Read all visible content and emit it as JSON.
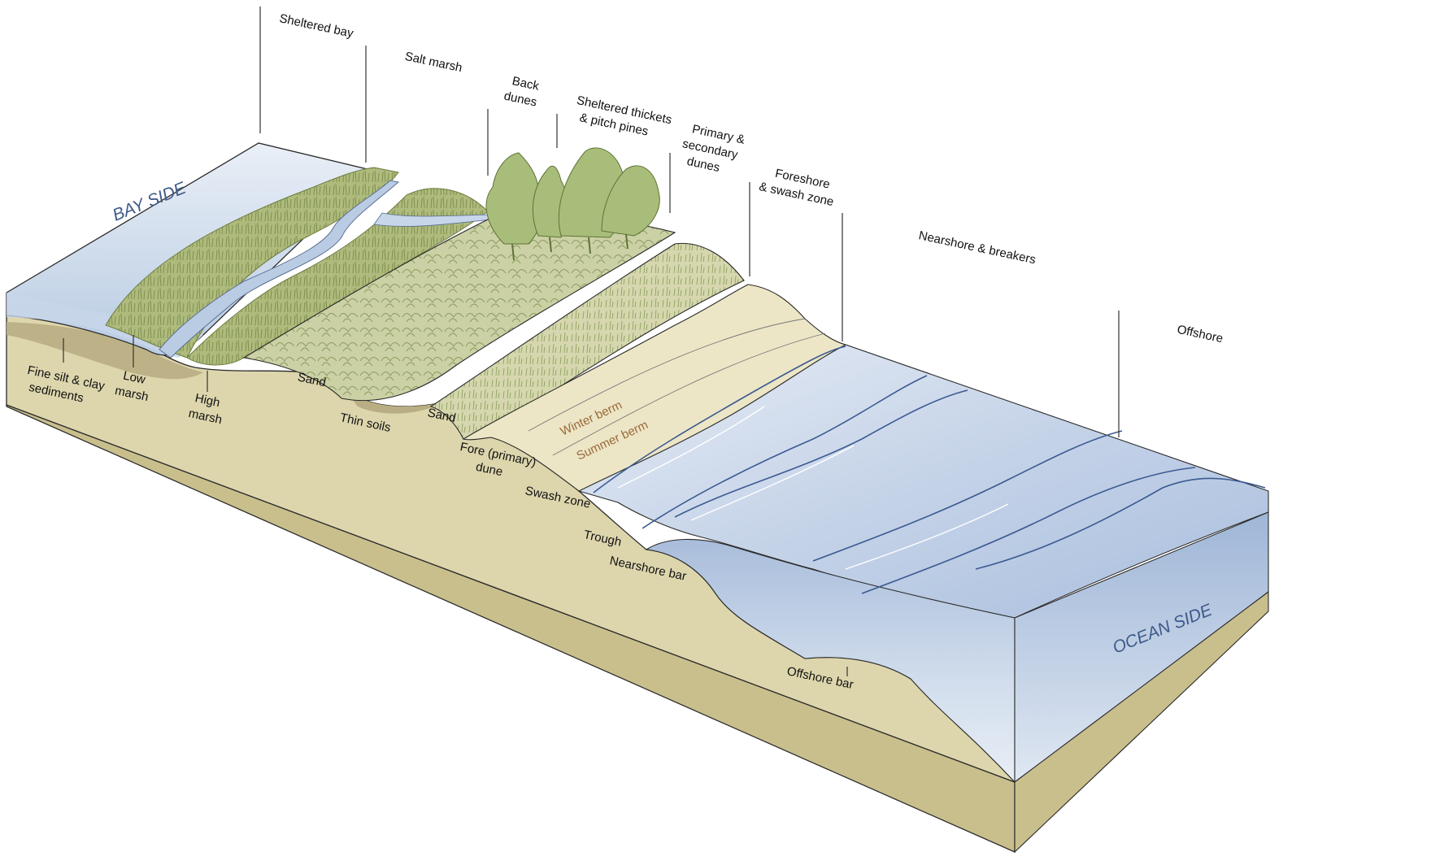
{
  "side_labels": {
    "bay": "BAY SIDE",
    "ocean": "OCEAN SIDE"
  },
  "zones": {
    "sheltered_bay": "Sheltered bay",
    "salt_marsh": "Salt marsh",
    "back_dunes": [
      "Back",
      "dunes"
    ],
    "thickets": [
      "Sheltered thickets",
      "& pitch pines"
    ],
    "primary_secondary": [
      "Primary &",
      "secondary",
      "dunes"
    ],
    "foreshore": [
      "Foreshore",
      "& swash zone"
    ],
    "nearshore": "Nearshore & breakers",
    "offshore": "Offshore"
  },
  "features": {
    "fine_silt": [
      "Fine silt & clay",
      "sediments"
    ],
    "low_marsh": [
      "Low",
      "marsh"
    ],
    "high_marsh": [
      "High",
      "marsh"
    ],
    "sand_1": "Sand",
    "thin_soils": "Thin soils",
    "sand_2": "Sand",
    "fore_dune": [
      "Fore (primary)",
      "dune"
    ],
    "swash_zone": "Swash zone",
    "trough": "Trough",
    "nearshore_bar": "Nearshore bar",
    "offshore_bar": "Offshore bar"
  },
  "berms": {
    "winter": "Winter berm",
    "summer": "Summer berm"
  },
  "colors": {
    "sand": "#ddd6ad",
    "marsh_grass": "#9fae6a",
    "shrub": "#c4cc9a",
    "water": "#b9cce3",
    "bay_water": "#d4e0ef",
    "outline": "#2a2a2a"
  }
}
